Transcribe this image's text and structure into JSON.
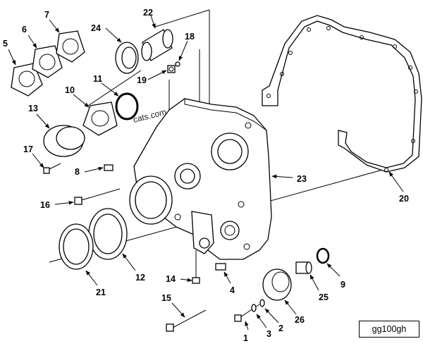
{
  "figure": {
    "watermark": "cats.com",
    "reference_code": "gg100gh"
  },
  "callouts": [
    "1",
    "2",
    "3",
    "4",
    "5",
    "6",
    "7",
    "8",
    "9",
    "10",
    "11",
    "12",
    "13",
    "14",
    "15",
    "16",
    "17",
    "18",
    "19",
    "20",
    "21",
    "22",
    "23",
    "24",
    "25",
    "26"
  ]
}
